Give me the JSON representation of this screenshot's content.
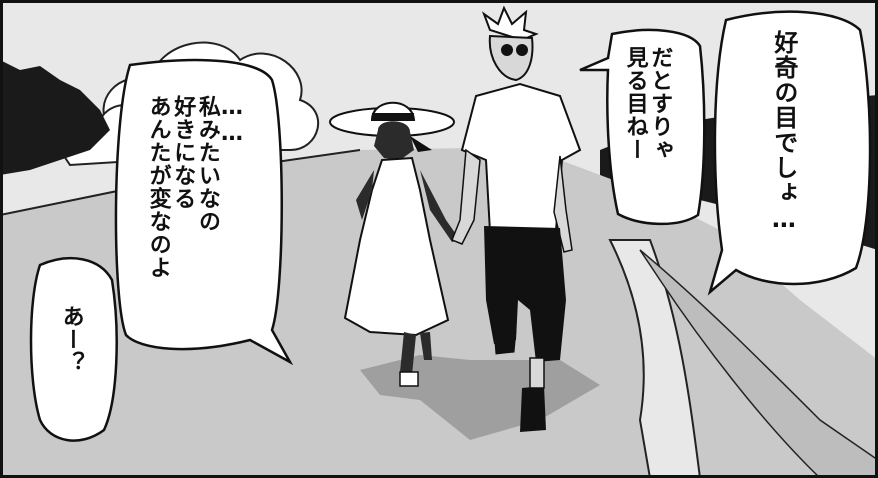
{
  "speech_bubbles": {
    "woman_reply": "……\n私みたいなの\n好きになる\nあんたが変なのよ",
    "man_question": "あー？",
    "man_comment": "だとすりゃ\n見る目ねー",
    "woman_remark": "好奇の目でしょ…"
  },
  "colors": {
    "sky": "#e7e7e7",
    "road": "#c9c9c9",
    "hills": "#1a1a1a",
    "ink": "#111111",
    "bubble": "#ffffff"
  }
}
